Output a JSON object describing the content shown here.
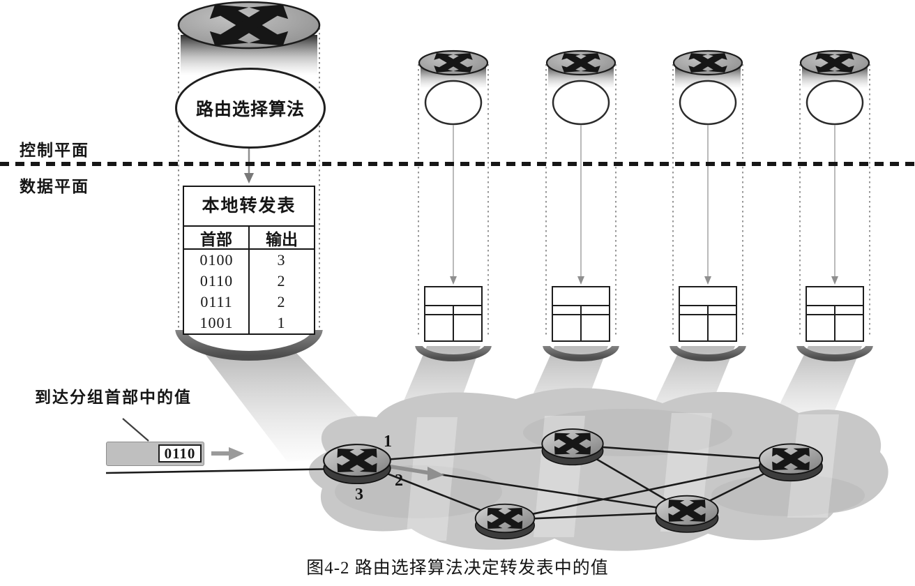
{
  "caption": "图4-2  路由选择算法决定转发表中的值",
  "planes": {
    "control": "控制平面",
    "data": "数据平面"
  },
  "router": {
    "algorithm": "路由选择算法",
    "table": {
      "title": "本地转发表",
      "columns": [
        "首部",
        "输出"
      ],
      "rows": [
        [
          "0100",
          "3"
        ],
        [
          "0110",
          "2"
        ],
        [
          "0111",
          "2"
        ],
        [
          "1001",
          "1"
        ]
      ]
    }
  },
  "packet": {
    "label": "到达分组首部中的值",
    "value": "0110"
  },
  "network": {
    "ports": [
      "1",
      "2",
      "3"
    ],
    "router_count_top": 4,
    "router_count_cloud": 5
  },
  "colors": {
    "cloud": "#c8c8c8",
    "ink": "#161616",
    "gray_arrow": "#8f8f8f"
  }
}
